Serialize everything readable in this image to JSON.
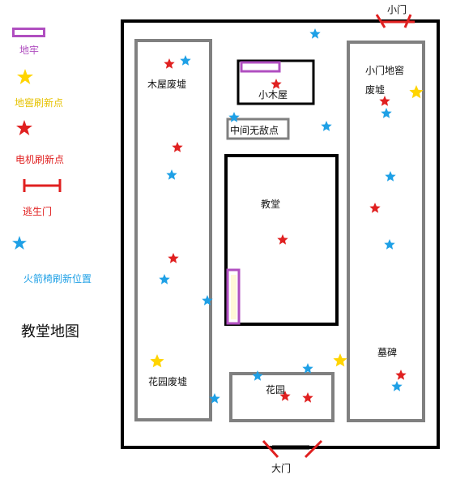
{
  "legend": {
    "dungeon": {
      "label": "地牢",
      "color": "#b04fc0"
    },
    "hatch": {
      "label": "地窖刷新点",
      "color": "#ffd400"
    },
    "generator": {
      "label": "电机刷新点",
      "color": "#e02020"
    },
    "exit_gate": {
      "label": "逃生门",
      "color": "#e02020"
    },
    "rocket_chair": {
      "label": "火箭椅刷新位置",
      "color": "#1ea0e6"
    }
  },
  "map_title": "教堂地图",
  "areas": {
    "cabin_ruins": "木屋废墟",
    "small_cabin": "小木屋",
    "center_safe_zone": "中间无敌点",
    "church": "教堂",
    "small_gate_hatch_ruins_line1": "小门地窖",
    "small_gate_hatch_ruins_line2": "废墟",
    "tombstone": "墓碑",
    "garden_ruins": "花园废墟",
    "garden": "花园"
  },
  "gates": {
    "small_gate": "小门",
    "main_gate": "大门"
  },
  "colors": {
    "wall": "#000000",
    "ruins": "#808080",
    "dungeon": "#b04fc0",
    "hatch": "#ffd400",
    "generator": "#e02020",
    "gate": "#e02020",
    "rocket_chair": "#1ea0e6"
  }
}
